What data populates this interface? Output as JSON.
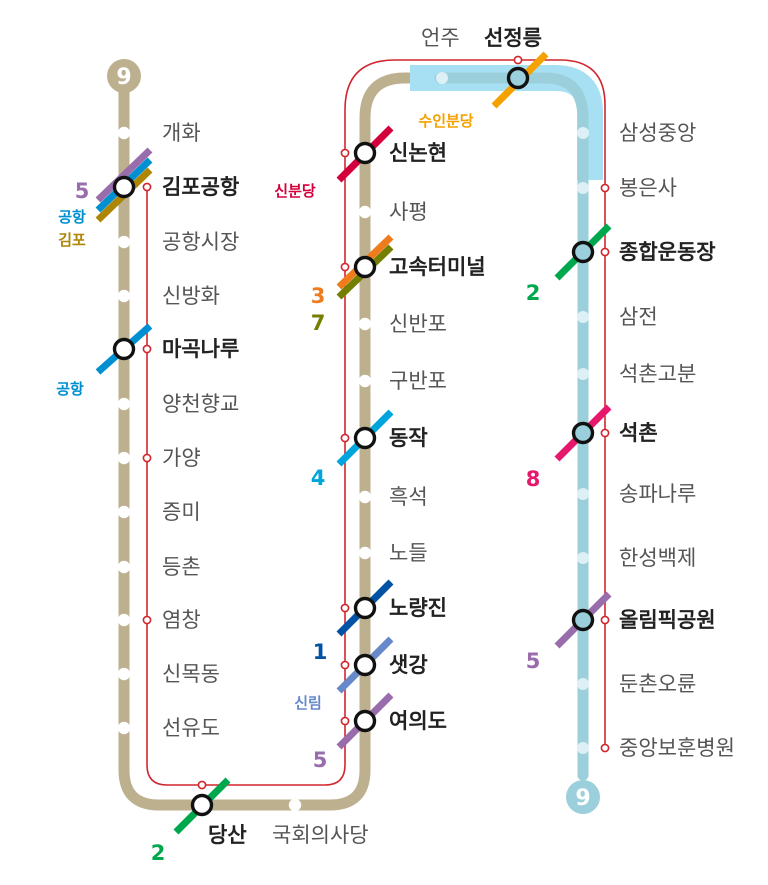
{
  "line": {
    "number": "9",
    "colors": {
      "main": "#BDB08F",
      "express": "#9BCFDB",
      "local_track": "#D1262E",
      "station_fill": "#ffffff",
      "highlight": "#A6E0F2"
    }
  },
  "stations": [
    {
      "name": "개화",
      "major": false
    },
    {
      "name": "김포공항",
      "major": true
    },
    {
      "name": "공항시장",
      "major": false
    },
    {
      "name": "신방화",
      "major": false
    },
    {
      "name": "마곡나루",
      "major": true
    },
    {
      "name": "양천향교",
      "major": false
    },
    {
      "name": "가양",
      "major": false
    },
    {
      "name": "증미",
      "major": false
    },
    {
      "name": "등촌",
      "major": false
    },
    {
      "name": "염창",
      "major": false
    },
    {
      "name": "신목동",
      "major": false
    },
    {
      "name": "선유도",
      "major": false
    },
    {
      "name": "당산",
      "major": true
    },
    {
      "name": "국회의사당",
      "major": false
    },
    {
      "name": "여의도",
      "major": true
    },
    {
      "name": "샛강",
      "major": true
    },
    {
      "name": "노량진",
      "major": true
    },
    {
      "name": "노들",
      "major": false
    },
    {
      "name": "흑석",
      "major": false
    },
    {
      "name": "동작",
      "major": true
    },
    {
      "name": "구반포",
      "major": false
    },
    {
      "name": "신반포",
      "major": false
    },
    {
      "name": "고속터미널",
      "major": true
    },
    {
      "name": "사평",
      "major": false
    },
    {
      "name": "신논현",
      "major": true
    },
    {
      "name": "언주",
      "major": false
    },
    {
      "name": "선정릉",
      "major": true
    },
    {
      "name": "삼성중앙",
      "major": false
    },
    {
      "name": "봉은사",
      "major": false
    },
    {
      "name": "종합운동장",
      "major": true
    },
    {
      "name": "삼전",
      "major": false
    },
    {
      "name": "석촌고분",
      "major": false
    },
    {
      "name": "석촌",
      "major": true
    },
    {
      "name": "송파나루",
      "major": false
    },
    {
      "name": "한성백제",
      "major": false
    },
    {
      "name": "올림픽공원",
      "major": true
    },
    {
      "name": "둔촌오륜",
      "major": false
    },
    {
      "name": "중앙보훈병원",
      "major": false
    }
  ],
  "transfers": [
    {
      "station": "김포공항",
      "lines": [
        {
          "label": "5",
          "color": "#996CAC"
        },
        {
          "label": "공항",
          "color": "#0090D2"
        },
        {
          "label": "김포",
          "color": "#AD8605"
        }
      ]
    },
    {
      "station": "마곡나루",
      "lines": [
        {
          "label": "공항",
          "color": "#0090D2"
        }
      ]
    },
    {
      "station": "당산",
      "lines": [
        {
          "label": "2",
          "color": "#00A84D"
        }
      ]
    },
    {
      "station": "여의도",
      "lines": [
        {
          "label": "5",
          "color": "#996CAC"
        }
      ]
    },
    {
      "station": "샛강",
      "lines": [
        {
          "label": "신림",
          "color": "#6789CA"
        }
      ]
    },
    {
      "station": "노량진",
      "lines": [
        {
          "label": "1",
          "color": "#0052A4"
        }
      ]
    },
    {
      "station": "동작",
      "lines": [
        {
          "label": "4",
          "color": "#00A5DE"
        }
      ]
    },
    {
      "station": "고속터미널",
      "lines": [
        {
          "label": "3",
          "color": "#EF7C1C"
        },
        {
          "label": "7",
          "color": "#747F00"
        }
      ]
    },
    {
      "station": "신논현",
      "lines": [
        {
          "label": "신분당",
          "color": "#D4003B"
        }
      ]
    },
    {
      "station": "선정릉",
      "lines": [
        {
          "label": "수인분당",
          "color": "#F5A200"
        }
      ]
    },
    {
      "station": "종합운동장",
      "lines": [
        {
          "label": "2",
          "color": "#00A84D"
        }
      ]
    },
    {
      "station": "석촌",
      "lines": [
        {
          "label": "8",
          "color": "#E6186C"
        }
      ]
    },
    {
      "station": "올림픽공원",
      "lines": [
        {
          "label": "5",
          "color": "#996CAC"
        }
      ]
    }
  ]
}
